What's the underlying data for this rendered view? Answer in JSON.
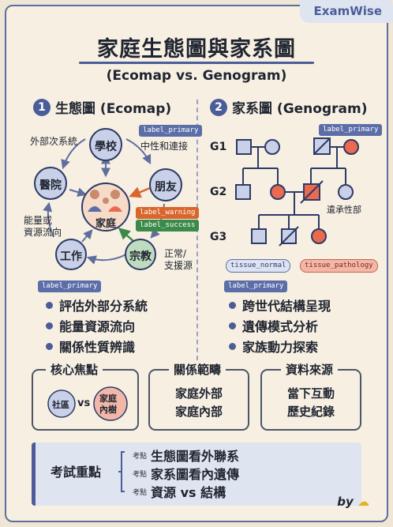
{
  "brand": "ExamWise",
  "title": "家庭生態圖與家系圖",
  "subtitle": "(Ecomap vs. Genogram)",
  "ecomap": {
    "number": "1",
    "heading": "生態圖 (Ecomap)",
    "nodes": {
      "school": "學校",
      "friends": "朋友",
      "religion": "宗教",
      "work": "工作",
      "hospital": "醫院",
      "family": "家庭"
    },
    "labels": {
      "external": "外部次系統",
      "neutral": "中性和連接",
      "energy": "能量或\n資源流向",
      "support": "正常/\n支援源"
    },
    "tags": {
      "primary_top": "label_primary",
      "warning": "label_warning",
      "success": "label_success",
      "primary_bottom": "label_primary"
    },
    "bullets": [
      "評估外部分系統",
      "能量資源流向",
      "關係性質辨識"
    ]
  },
  "genogram": {
    "number": "2",
    "heading": "家系圖 (Genogram)",
    "generations": [
      "G1",
      "G2",
      "G3"
    ],
    "tags": {
      "primary_top": "label_primary",
      "primary_bottom": "label_primary",
      "carrier": "遺承性部",
      "tissue_normal": "tissue_normal",
      "tissue_pathology": "tissue_pathology"
    },
    "bullets": [
      "跨世代結構呈現",
      "遺傳模式分析",
      "家族動力探索"
    ]
  },
  "cards": {
    "focus": {
      "title": "核心焦點",
      "left": "社區",
      "vs": "vs",
      "right": "家庭\n內樹"
    },
    "scope": {
      "title": "關係範疇",
      "lines": [
        "家庭外部",
        "家庭內部"
      ]
    },
    "source": {
      "title": "資料來源",
      "lines": [
        "當下互動",
        "歷史紀錄"
      ]
    }
  },
  "exam": {
    "label": "考試重點",
    "rows": [
      {
        "tag": "考點",
        "text": "生態圖看外聯系"
      },
      {
        "tag": "考點",
        "text": "家系圖看內遺傳"
      },
      {
        "tag": "考點",
        "text": "資源 vs 結構"
      }
    ]
  },
  "byline": "by",
  "colors": {
    "accent": "#4a5d98",
    "node_fill": "#c9d1e8",
    "pathology": "#e96a4e",
    "success": "#3b8a4a",
    "warning": "#d9662c"
  }
}
